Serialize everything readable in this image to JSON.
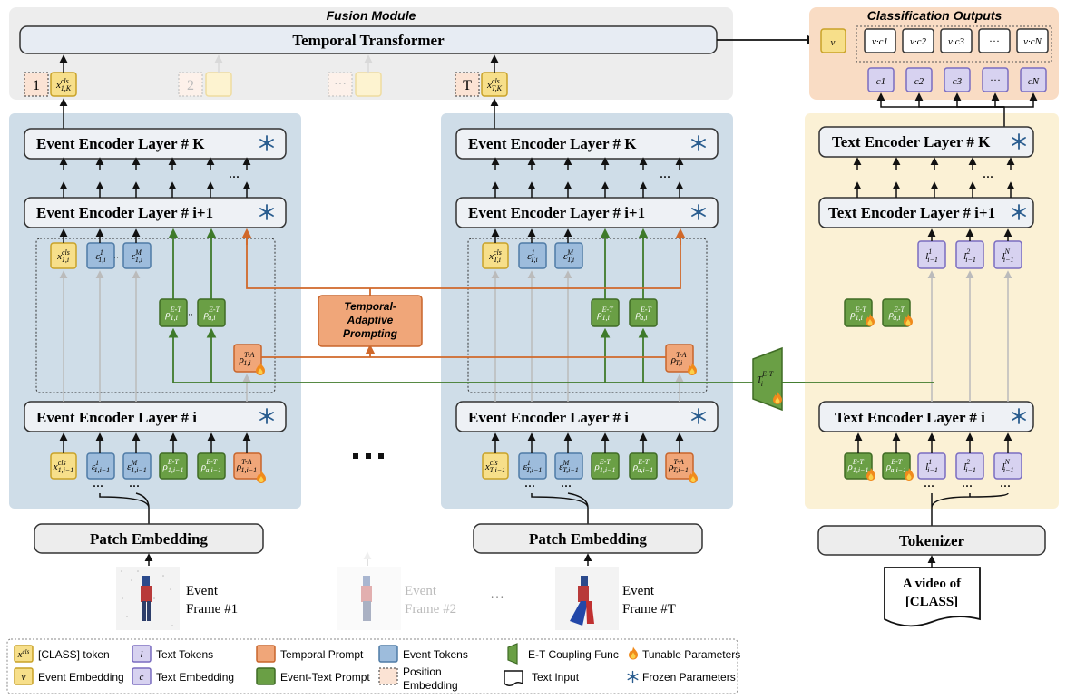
{
  "fusion": {
    "title": "Fusion Module",
    "transformer": "Temporal Transformer",
    "pos": [
      "1",
      "2",
      "···",
      "T"
    ]
  },
  "classification": {
    "title": "Classification Outputs",
    "v": "v",
    "products": [
      "v·c1",
      "v·c2",
      "v·c3",
      "···",
      "v·cN"
    ],
    "classes": [
      "c1",
      "c2",
      "c3",
      "···",
      "cN"
    ]
  },
  "event_branch": {
    "layer_k": "Event Encoder Layer # K",
    "layer_i1": "Event Encoder Layer # i+1",
    "layer_i": "Event Encoder Layer # i",
    "patch_embedding": "Patch Embedding",
    "frames": [
      "Event\nFrame #1",
      "Event\nFrame #2",
      "Event\nFrame #T"
    ],
    "frame_line1": "Event",
    "frame1_line2": "Frame #1",
    "frame2_line2": "Frame #2",
    "frameT_line2": "Frame #T",
    "between": "···",
    "ellipsis_big": "■ ■ ■"
  },
  "tap": {
    "line1": "Temporal-",
    "line2": "Adaptive",
    "line3": "Prompting"
  },
  "text_branch": {
    "layer_k": "Text Encoder Layer # K",
    "layer_i1": "Text Encoder Layer # i+1",
    "layer_i": "Text Encoder Layer # i",
    "tokenizer": "Tokenizer",
    "input_line1": "A video of",
    "input_line2": "[CLASS]"
  },
  "legend": {
    "cls_token": "[CLASS] token",
    "text_tokens": "Text Tokens",
    "temporal_prompt": "Temporal Prompt",
    "event_tokens": "Event Tokens",
    "coupling": "E-T Coupling Func",
    "tunable": "Tunable Parameters",
    "event_embedding": "Event Embedding",
    "text_embedding": "Text Embedding",
    "et_prompt": "Event-Text Prompt",
    "pos_embedding_1": "Position",
    "pos_embedding_2": "Embedding",
    "text_input": "Text Input",
    "frozen": "Frozen Parameters"
  },
  "colors": {
    "yellow": "#f7df8a",
    "yellow_border": "#c9a227",
    "blue": "#9dbcdc",
    "blue_border": "#4f7ba6",
    "green": "#6a9f45",
    "green_border": "#3f6b25",
    "orange": "#f0a679",
    "orange_border": "#c8652b",
    "purple": "#d7d2f0",
    "purple_border": "#7a6cc0",
    "panel_blue": "#cfdde8",
    "panel_cream": "#fbf1d5",
    "panel_peach": "#f9dcc4",
    "panel_grey": "#ededed"
  }
}
